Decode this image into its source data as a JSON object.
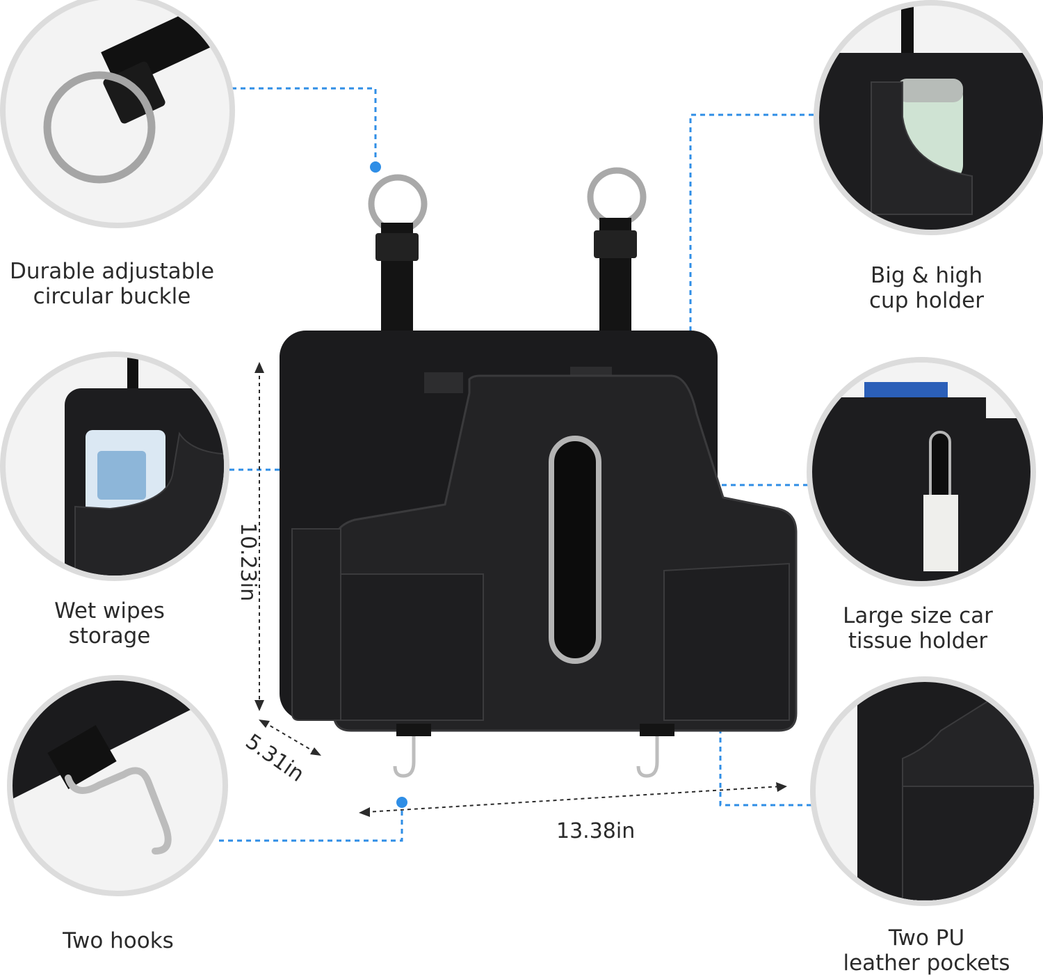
{
  "features": {
    "buckle": "Durable adjustable\ncircular buckle",
    "cup_holder": "Big & high\ncup holder",
    "wet_wipes": "Wet wipes\nstorage",
    "tissue_holder": "Large size car\ntissue holder",
    "hooks": "Two hooks",
    "pockets": "Two PU\nleather pockets"
  },
  "dimensions": {
    "height": "10.23in",
    "depth": "5.31in",
    "width": "13.38in"
  },
  "colors": {
    "accent": "#2f8ee6",
    "product": "#1d1d1f",
    "circle_border": "#dcdcdc"
  }
}
